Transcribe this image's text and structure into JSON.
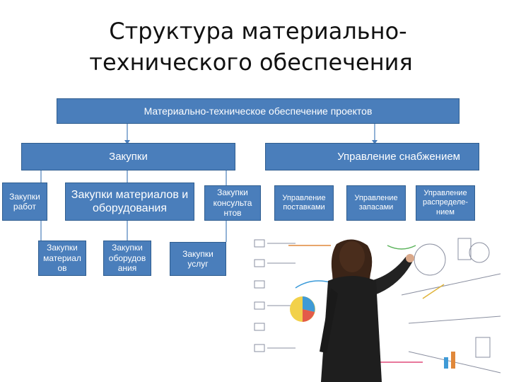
{
  "title": {
    "line1": "Структура материально-",
    "line2": "технического обеспечения"
  },
  "root": "Материально-техническое обеспечение проектов",
  "level1": {
    "procurement": "Закупки",
    "supply_management": "Управление снабжением"
  },
  "procurement_children": {
    "works": "Закупки работ",
    "materials_equipment": "Закупки материалов и оборудования",
    "consultants": "Закупки консульта нтов"
  },
  "materials_children": {
    "materials": "Закупки материал ов",
    "equipment": "Закупки оборудов ания",
    "services": "Закупки услуг"
  },
  "supply_children": {
    "deliveries": "Управление поставками",
    "stocks": "Управление запасами",
    "distribution": "Управление распределе-нием"
  },
  "colors": {
    "box_fill": "#4a7ebb",
    "box_border": "#2f5d8f",
    "connector": "#4a7ebb"
  }
}
